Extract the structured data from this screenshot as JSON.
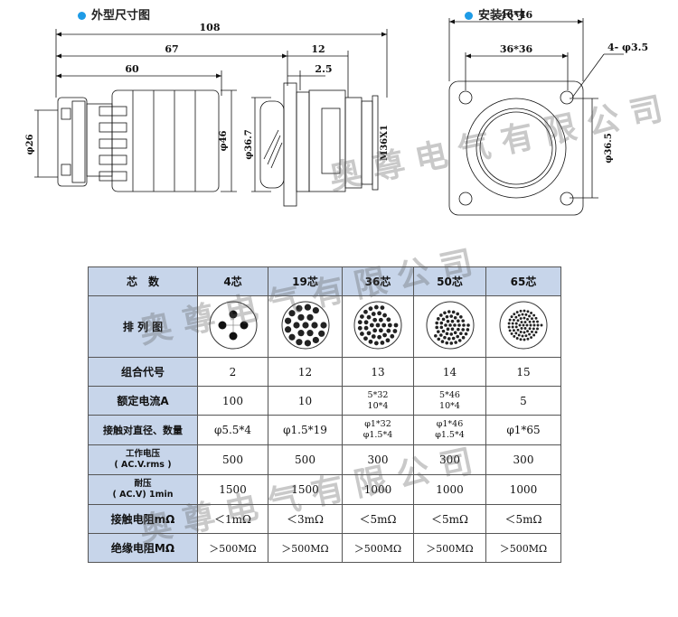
{
  "sections": {
    "outline_title": "外型尺寸图",
    "install_title": "安装尺寸"
  },
  "outline_dims": {
    "d108": "108",
    "d67": "67",
    "d60": "60",
    "d12": "12",
    "d2_5": "2.5",
    "d26": "φ26",
    "d46": "φ46",
    "d36_7": "φ36.7",
    "thread": "M36X1"
  },
  "install_dims": {
    "d46x46": "46*46",
    "d36x36": "36*36",
    "holes": "4- φ3.5",
    "d36_5": "φ36.5"
  },
  "table": {
    "header": [
      "芯　数",
      "4芯",
      "19芯",
      "36芯",
      "50芯",
      "65芯"
    ],
    "pin_counts": [
      4,
      19,
      36,
      50,
      65
    ],
    "rows": [
      {
        "label": "排 列 图",
        "cells": []
      },
      {
        "label": "组合代号",
        "cells": [
          "2",
          "12",
          "13",
          "14",
          "15"
        ]
      },
      {
        "label": "额定电流A",
        "cells": [
          "100",
          "10",
          "5*32\n10*4",
          "5*46\n10*4",
          "5"
        ]
      },
      {
        "label": "接触对直径、数量",
        "cells": [
          "φ5.5*4",
          "φ1.5*19",
          "φ1*32\nφ1.5*4",
          "φ1*46\nφ1.5*4",
          "φ1*65"
        ]
      },
      {
        "label": "工作电压\n( AC.V.rms )",
        "cells": [
          "500",
          "500",
          "300",
          "300",
          "300"
        ]
      },
      {
        "label": "耐压\n( AC.V) 1min",
        "cells": [
          "1500",
          "1500",
          "1000",
          "1000",
          "1000"
        ]
      },
      {
        "label": "接触电阻mΩ",
        "cells": [
          "＜1mΩ",
          "＜3mΩ",
          "＜5mΩ",
          "＜5mΩ",
          "＜5mΩ"
        ]
      },
      {
        "label": "绝缘电阻MΩ",
        "cells": [
          "＞500MΩ",
          "＞500MΩ",
          "＞500MΩ",
          "＞500MΩ",
          "＞500MΩ"
        ]
      }
    ]
  },
  "watermarks": [
    "奥 尊 电 气 有 限 公 司",
    "奥 尊 电 气 有 限 公 司",
    "奥 尊 电 气 有 限 公 司"
  ],
  "colors": {
    "bullet": "#1e9be6",
    "header_bg": "#c7d5ea"
  }
}
